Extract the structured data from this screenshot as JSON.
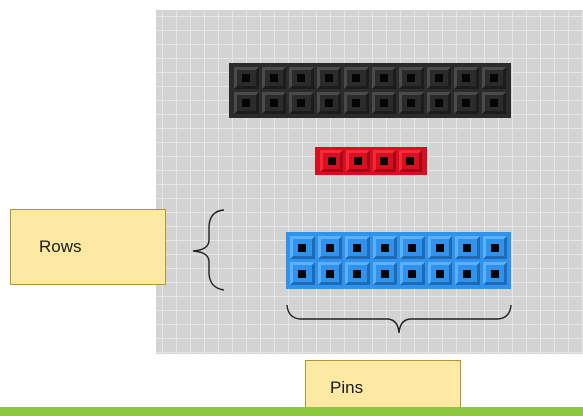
{
  "labels": {
    "rows": "Rows",
    "pins": "Pins"
  },
  "headers": {
    "black": {
      "rows": 2,
      "pins_per_row": 10,
      "color": "#2b2b2b"
    },
    "red": {
      "rows": 1,
      "pins_per_row": 4,
      "color": "#d90f1f"
    },
    "blue": {
      "rows": 2,
      "pins_per_row": 8,
      "color": "#2f93ee"
    }
  },
  "colors": {
    "board": "#d3d3d3",
    "label_fill": "#fde9a3",
    "label_border": "#b8922c",
    "accent_bar": "#8dc63f"
  }
}
